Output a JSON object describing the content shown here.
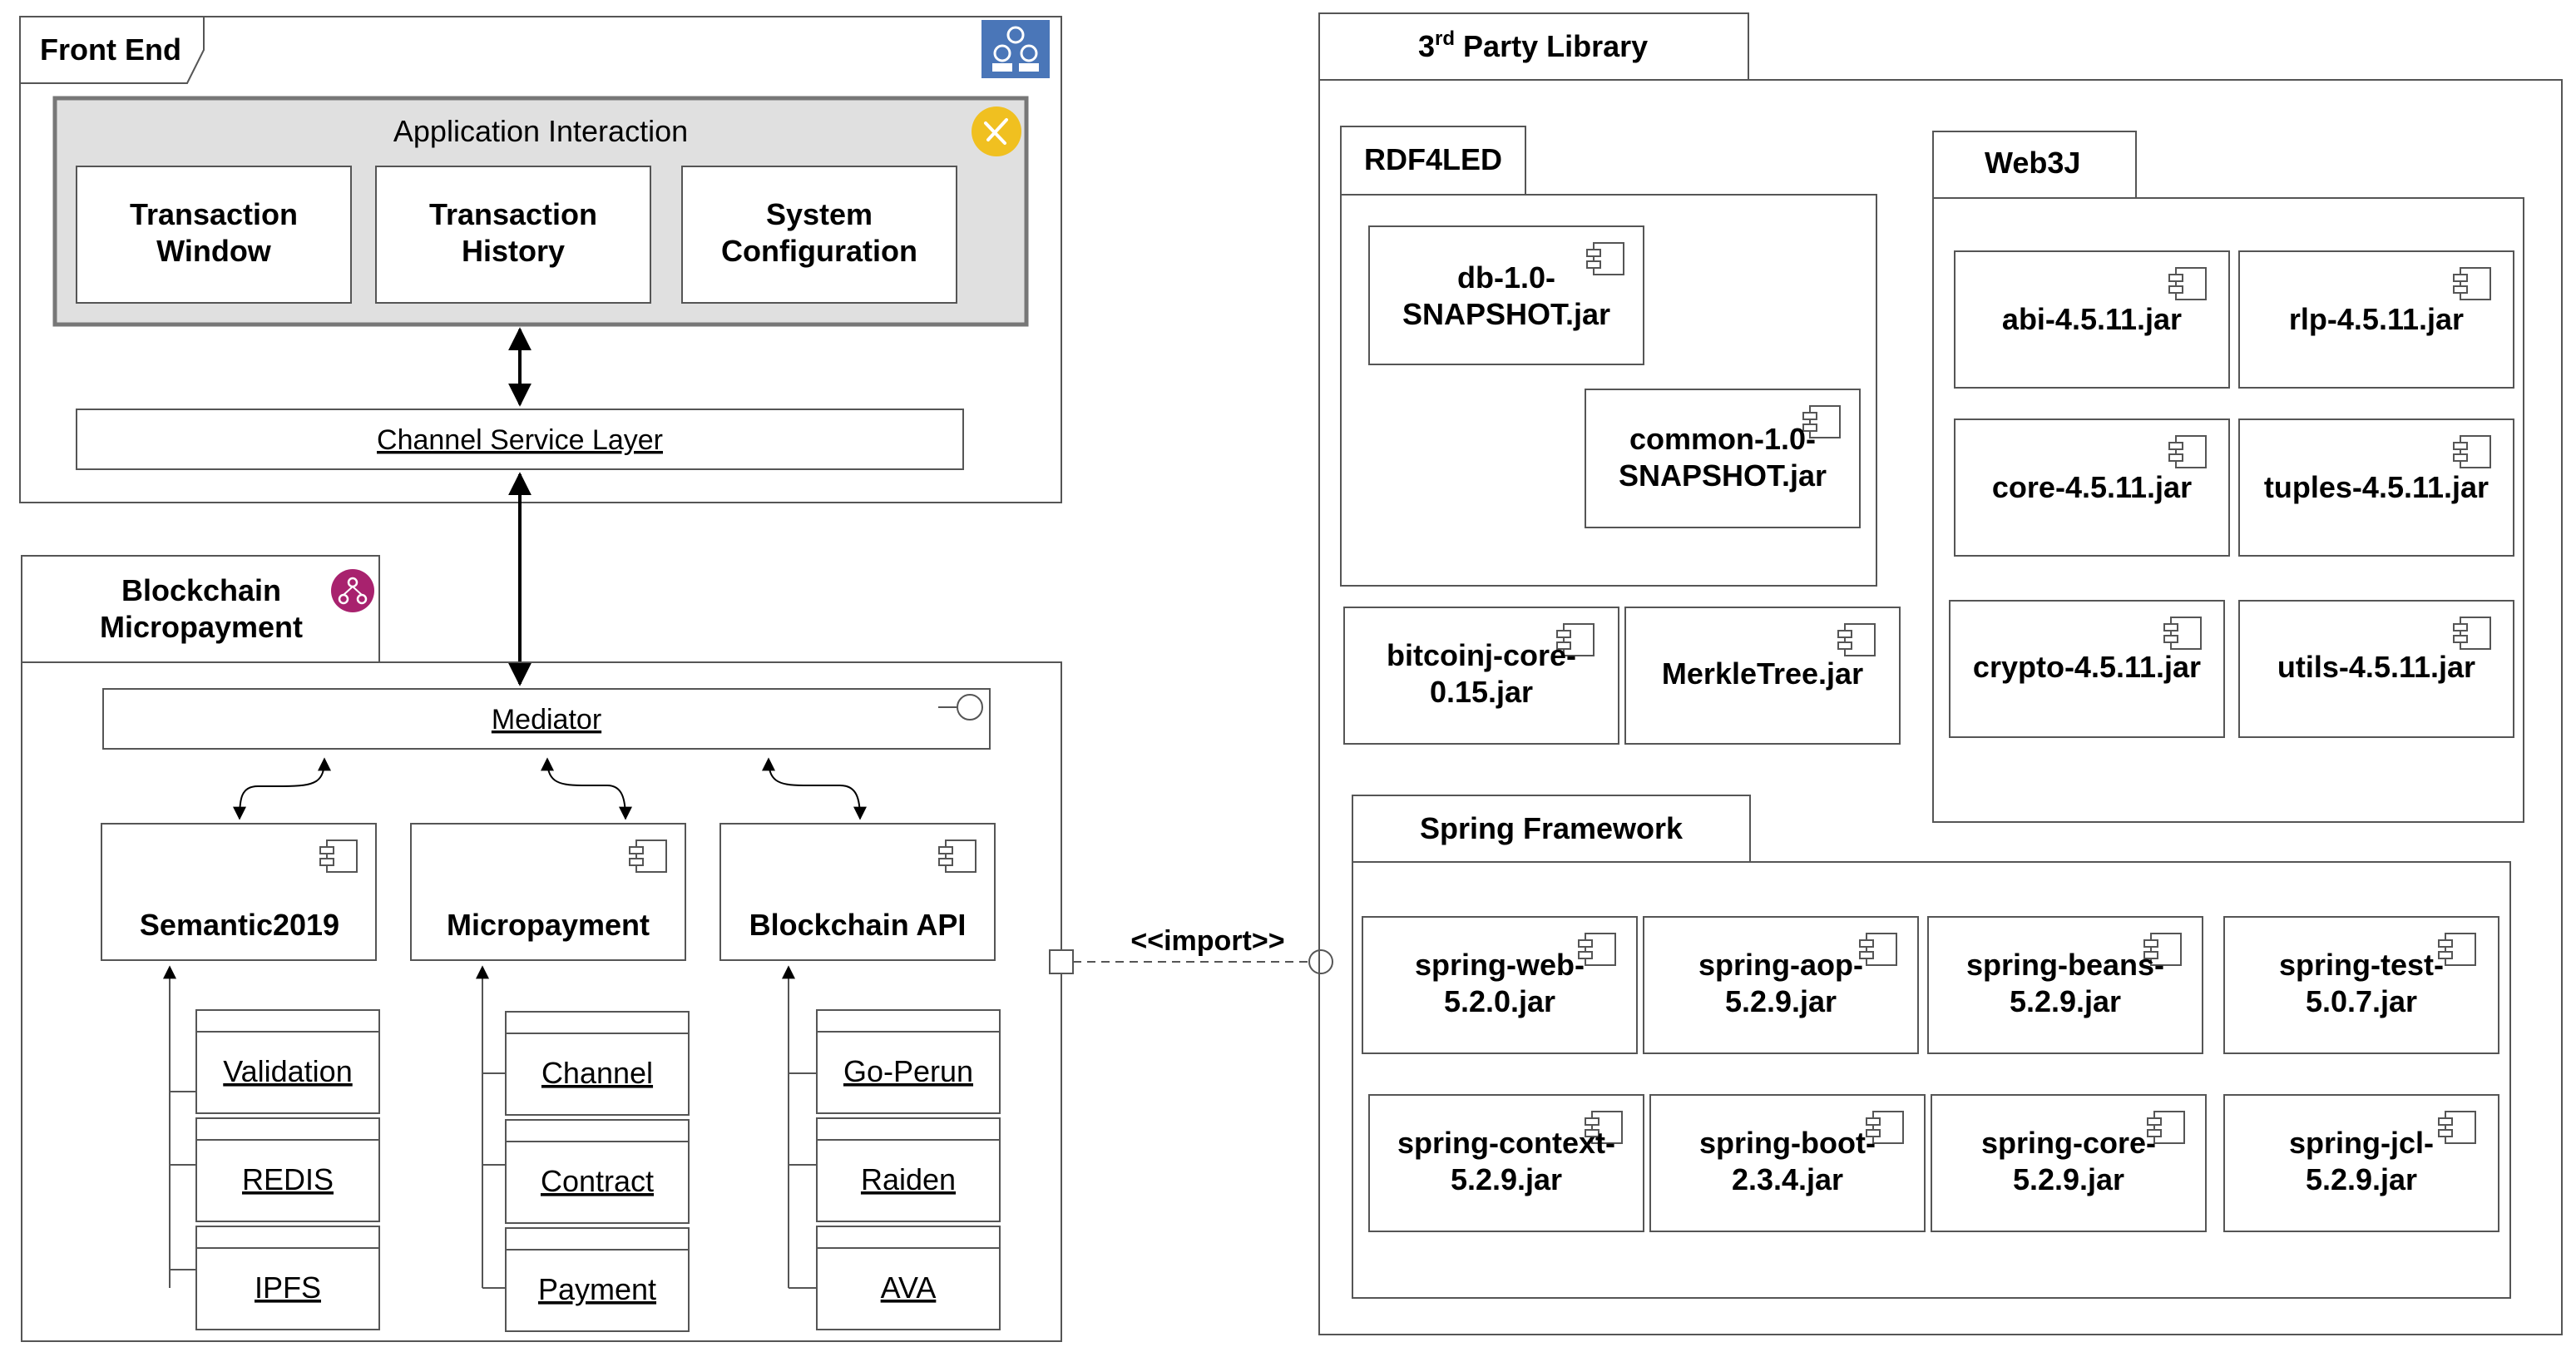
{
  "front_end": {
    "title": "Front End",
    "app_interaction": {
      "title": "Application Interaction",
      "items": [
        {
          "line1": "Transaction",
          "line2": "Window"
        },
        {
          "line1": "Transaction",
          "line2": "History"
        },
        {
          "line1": "System",
          "line2": "Configuration"
        }
      ]
    },
    "channel_service_layer": "Channel Service Layer"
  },
  "blockchain_micropayment": {
    "title_line1": "Blockchain",
    "title_line2": "Micropayment",
    "mediator": "Mediator",
    "components": [
      {
        "name": "Semantic2019",
        "parts": [
          "Validation",
          "REDIS",
          "IPFS"
        ]
      },
      {
        "name": "Micropayment",
        "parts": [
          "Channel",
          "Contract",
          "Payment"
        ]
      },
      {
        "name": "Blockchain API",
        "parts": [
          "Go-Perun",
          "Raiden",
          "AVA"
        ]
      }
    ]
  },
  "import_label": "<<import>>",
  "third_party": {
    "title_pre": "3",
    "title_sup": "rd",
    "title_post": " Party Library",
    "rdf4led": {
      "title": "RDF4LED",
      "jars": [
        {
          "line1": "db-1.0-",
          "line2": "SNAPSHOT.jar"
        },
        {
          "line1": "common-1.0-",
          "line2": "SNAPSHOT.jar"
        }
      ]
    },
    "standalone_jars": [
      {
        "line1": "bitcoinj-core-",
        "line2": "0.15.jar"
      },
      {
        "line1": "MerkleTree.jar",
        "line2": ""
      }
    ],
    "web3j": {
      "title": "Web3J",
      "jars": [
        "abi-4.5.11.jar",
        "rlp-4.5.11.jar",
        "core-4.5.11.jar",
        "tuples-4.5.11.jar",
        "crypto-4.5.11.jar",
        "utils-4.5.11.jar"
      ]
    },
    "spring": {
      "title": "Spring Framework",
      "jars": [
        {
          "line1": "spring-web-",
          "line2": "5.2.0.jar"
        },
        {
          "line1": "spring-aop-",
          "line2": "5.2.9.jar"
        },
        {
          "line1": "spring-beans-",
          "line2": "5.2.9.jar"
        },
        {
          "line1": "spring-test-",
          "line2": "5.0.7.jar"
        },
        {
          "line1": "spring-context-",
          "line2": "5.2.9.jar"
        },
        {
          "line1": "spring-boot-",
          "line2": "2.3.4.jar"
        },
        {
          "line1": "spring-core-",
          "line2": "5.2.9.jar"
        },
        {
          "line1": "spring-jcl-",
          "line2": "5.2.9.jar"
        }
      ]
    }
  },
  "colors": {
    "border": "#555555",
    "app_interaction_fill": "#e0e0e0",
    "front_end_badge": "#4a76b8",
    "app_badge": "#f0c020",
    "blockchain_badge": "#a8226e"
  },
  "icons": {
    "front_end": "people-group-icon",
    "app_interaction": "tools-icon",
    "blockchain": "network-icon",
    "component": "component-icon"
  }
}
